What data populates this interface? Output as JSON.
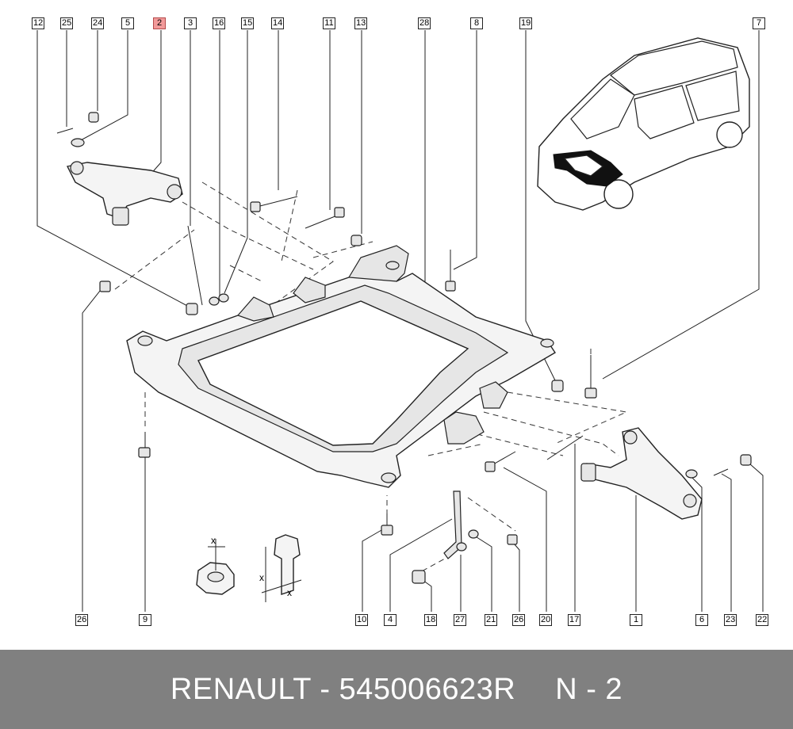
{
  "callouts_top": [
    "12",
    "25",
    "24",
    "5",
    "2",
    "3",
    "16",
    "15",
    "14",
    "11",
    "13",
    "28",
    "8",
    "19",
    "7"
  ],
  "callouts_bottom": [
    "26",
    "9",
    "10",
    "4",
    "18",
    "27",
    "21",
    "26",
    "20",
    "17",
    "1",
    "6",
    "23",
    "22"
  ],
  "highlighted_callout": "2",
  "dimension_mark": "x",
  "footer": {
    "brand_part": "RENAULT - 545006623R",
    "page": "N - 2"
  },
  "colors": {
    "highlight": "#f29a9a",
    "footer_bg": "#808080",
    "footer_text": "#ffffff"
  }
}
